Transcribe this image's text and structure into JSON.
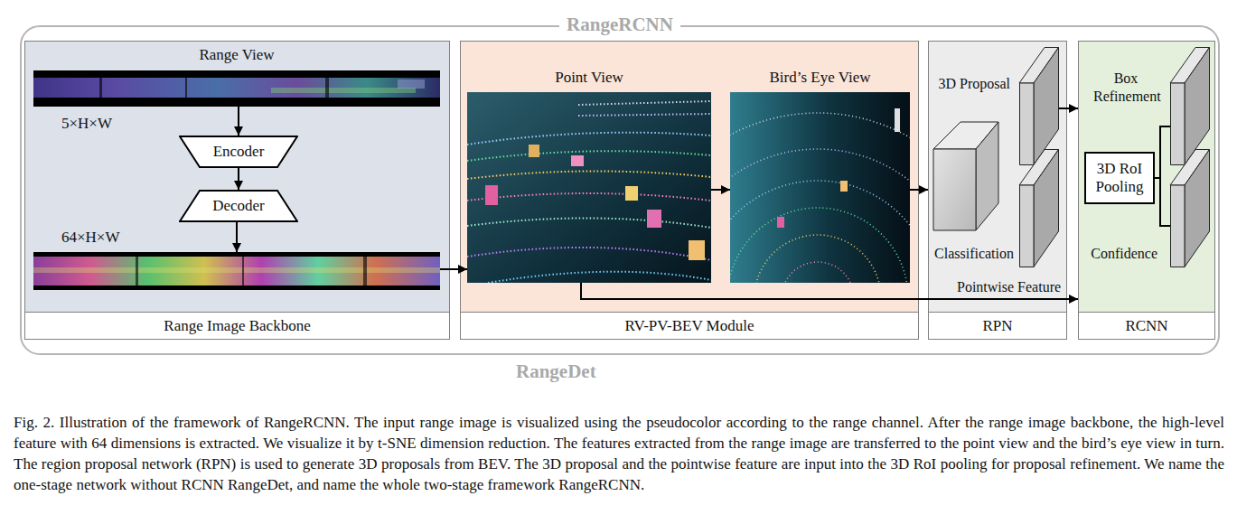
{
  "diagram": {
    "caption": "Fig. 2. Illustration of the framework of RangeRCNN. The input range image is visualized using the pseudocolor according to the range channel. After the range image backbone, the high-level feature with 64 dimensions is extracted. We visualize it by t-SNE dimension reduction. The features extracted from the range image are transferred to the point view and the bird’s eye view in turn. The region proposal network (RPN) is used to generate 3D proposals from BEV. The 3D proposal and the pointwise feature are input into the 3D RoI pooling for proposal refinement. We name the one-stage network without RCNN RangeDet, and name the whole two-stage framework RangeRCNN.",
    "nodes": [
      {
        "text": [
          "RangeRCNN"
        ]
      },
      {
        "text": [
          "Range Image Backbone"
        ],
        "in": 0
      },
      {
        "text": [
          "Range View"
        ],
        "in": 1
      },
      {
        "text": [
          "Encoder"
        ],
        "in": 1
      },
      {
        "text": [
          "Decoder"
        ],
        "in": 1
      },
      {
        "text": [
          "64×H×W"
        ],
        "in": 1
      },
      {
        "text": [
          "RV-PV-BEV Module"
        ],
        "in": 0
      },
      {
        "text": [
          "Point View"
        ],
        "in": 6
      },
      {
        "text": [
          "Bird’s Eye View"
        ],
        "in": 6
      },
      {
        "text": [
          "RPN"
        ],
        "in": 0
      },
      {
        "text": [
          "3D Proposal"
        ],
        "in": 9
      },
      {
        "text": [
          "Classification"
        ],
        "in": 9
      },
      {
        "text": [
          "RCNN"
        ],
        "in": 0
      },
      {
        "text": [
          "Box Refinement"
        ],
        "in": 12
      },
      {
        "text": [
          "3D RoI Pooling"
        ],
        "in": 12
      },
      {
        "text": [
          "Confidence"
        ],
        "in": 12
      }
    ],
    "edges": [
      {
        "from": 2,
        "to": 3,
        "arrow": "to"
      },
      {
        "from": 3,
        "to": 4,
        "arrow": "to"
      },
      {
        "from": 4,
        "to": 5,
        "arrow": "to"
      },
      {
        "from": 5,
        "to": 7,
        "arrow": "to"
      },
      {
        "from": 7,
        "to": 8,
        "arrow": "to"
      },
      {
        "from": 8,
        "to": 9,
        "arrow": "to"
      },
      {
        "from": 10,
        "to": 12,
        "arrow": "to"
      },
      {
        "from": 14,
        "to": 13,
        "arrow": "none"
      },
      {
        "from": 14,
        "to": 15,
        "arrow": "none"
      },
      {
        "from": 7,
        "to": 12,
        "label": "Pointwise Feature",
        "arrow": "to"
      }
    ],
    "labels": [
      "5×H×W",
      "RangeDet"
    ]
  }
}
